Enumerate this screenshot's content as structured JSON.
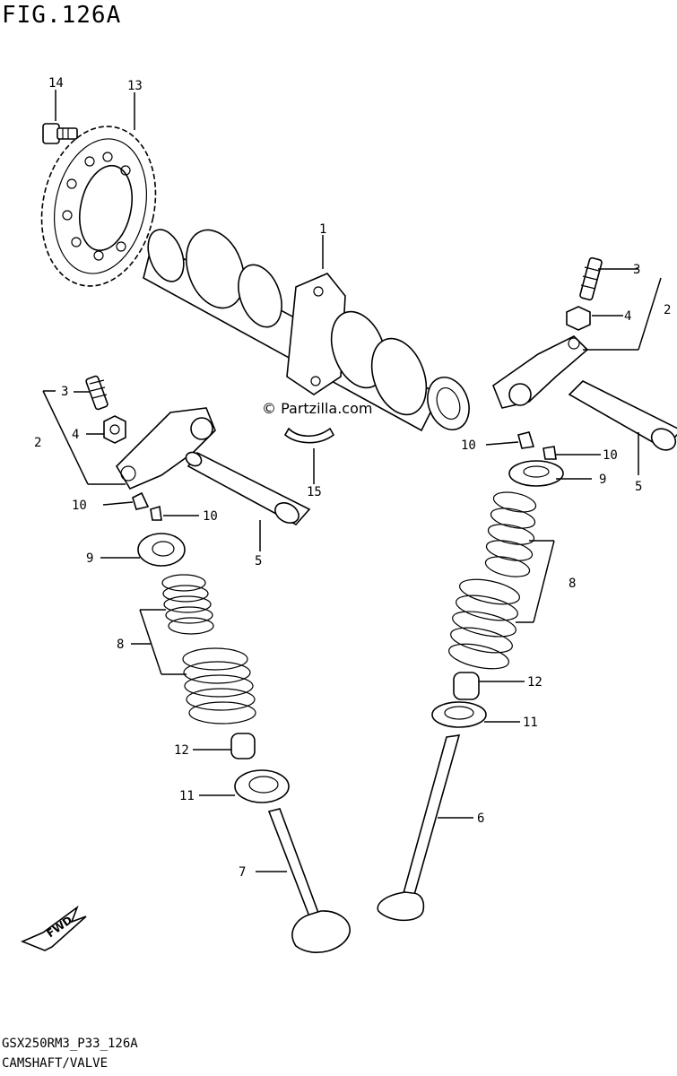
{
  "title": "FIG.126A",
  "watermark": "© Partzilla.com",
  "footer": {
    "code": "GSX250RM3_P33_126A",
    "name": "CAMSHAFT/VALVE"
  },
  "fwd_label": "FWD",
  "callouts": [
    "1",
    "2",
    "2",
    "3",
    "3",
    "4",
    "4",
    "5",
    "5",
    "6",
    "7",
    "8",
    "8",
    "9",
    "9",
    "10",
    "10",
    "10",
    "10",
    "11",
    "11",
    "12",
    "12",
    "13",
    "14",
    "15"
  ]
}
